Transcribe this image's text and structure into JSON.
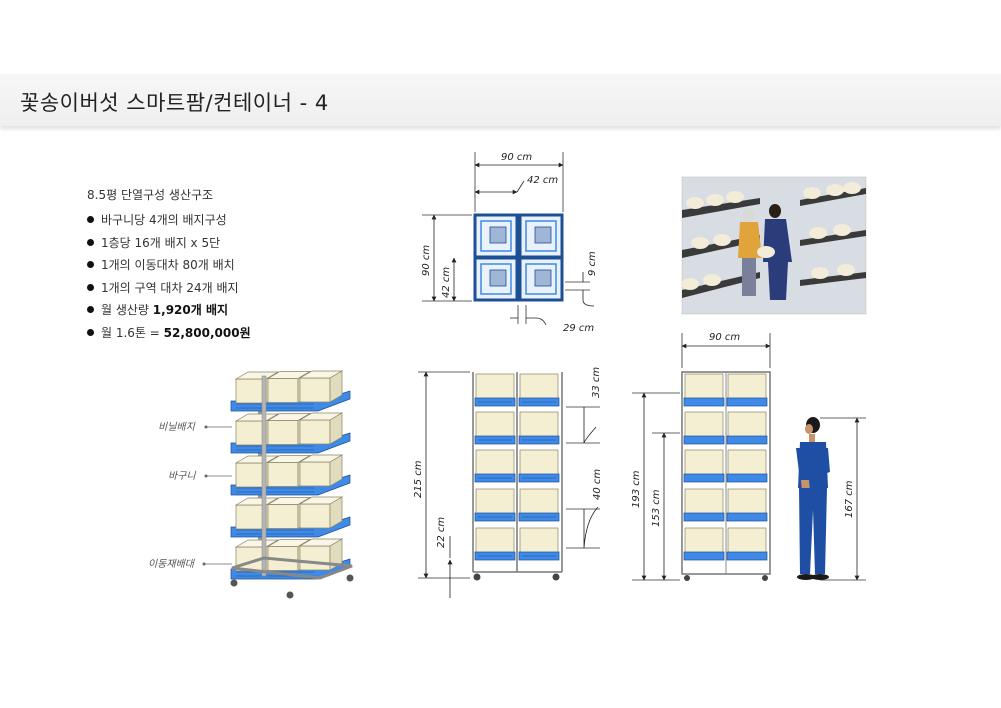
{
  "page": {
    "title": "꽃송이버섯 스마트팜/컨테이너 - 4"
  },
  "specs": {
    "heading": "8.5평 단열구성 생산구조",
    "items": [
      {
        "text": "바구니당 4개의 배지구성",
        "bold": ""
      },
      {
        "text": "1층당 16개 배지 x 5단",
        "bold": ""
      },
      {
        "text": "1개의 이동대차 80개 배치",
        "bold": ""
      },
      {
        "text": "1개의 구역 대차 24개 배지",
        "bold": ""
      },
      {
        "text": "월 생산량 ",
        "bold": "1,920개 배지"
      },
      {
        "text": "월 1.6톤 = ",
        "bold": "52,800,000원"
      }
    ]
  },
  "rack3d": {
    "labels": {
      "bag": "비닐배지",
      "basket": "바구니",
      "cart": "이동재배대"
    }
  },
  "top_view": {
    "width_total": "90 cm",
    "width_half": "42 cm",
    "depth_total": "90 cm",
    "depth_half": "42 cm",
    "gap": "9 cm",
    "post": "29 cm"
  },
  "front_view": {
    "height": "215 cm",
    "tier": "33 cm",
    "bag": "40 cm",
    "base": "22 cm"
  },
  "side_view": {
    "width": "90 cm",
    "height": "193 cm",
    "reach": "153 cm",
    "person": "167 cm"
  },
  "colors": {
    "basket": "#3f8ae6",
    "bag": "#f4eed3",
    "frame": "#555555",
    "person": "#1f4fa5"
  }
}
